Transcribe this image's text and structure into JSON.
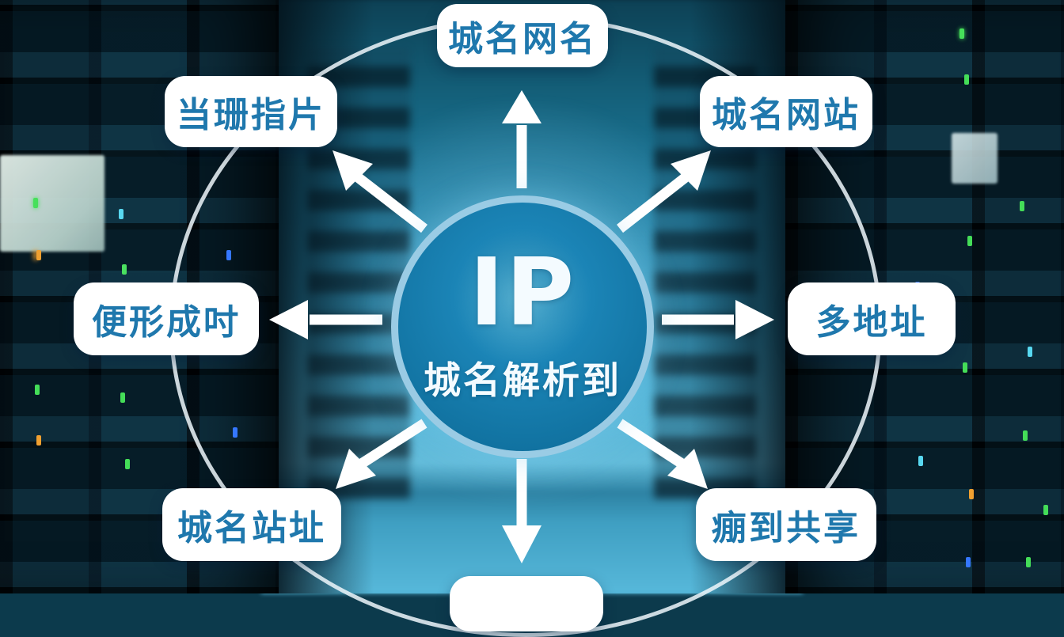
{
  "diagram": {
    "center": {
      "line1": "IP",
      "line2": "城名解析到"
    },
    "labels": {
      "top": "城名网名",
      "top_left": "当珊指片",
      "top_right": "城名网站",
      "left": "便形成吋",
      "right": "多地址",
      "bottom_left": "城名站址",
      "bottom_right": "痭到共享",
      "bottom": ""
    },
    "colors": {
      "label_text": "#1f78ad",
      "label_background": "#ffffff",
      "center_circle_fill": "#14799e",
      "center_circle_ring": "#a6d3e9",
      "outline_ring": "#eef7fc",
      "arrow": "#ffffff",
      "background_dark": "#07202c",
      "background_corridor": "#3fa6ca"
    }
  }
}
